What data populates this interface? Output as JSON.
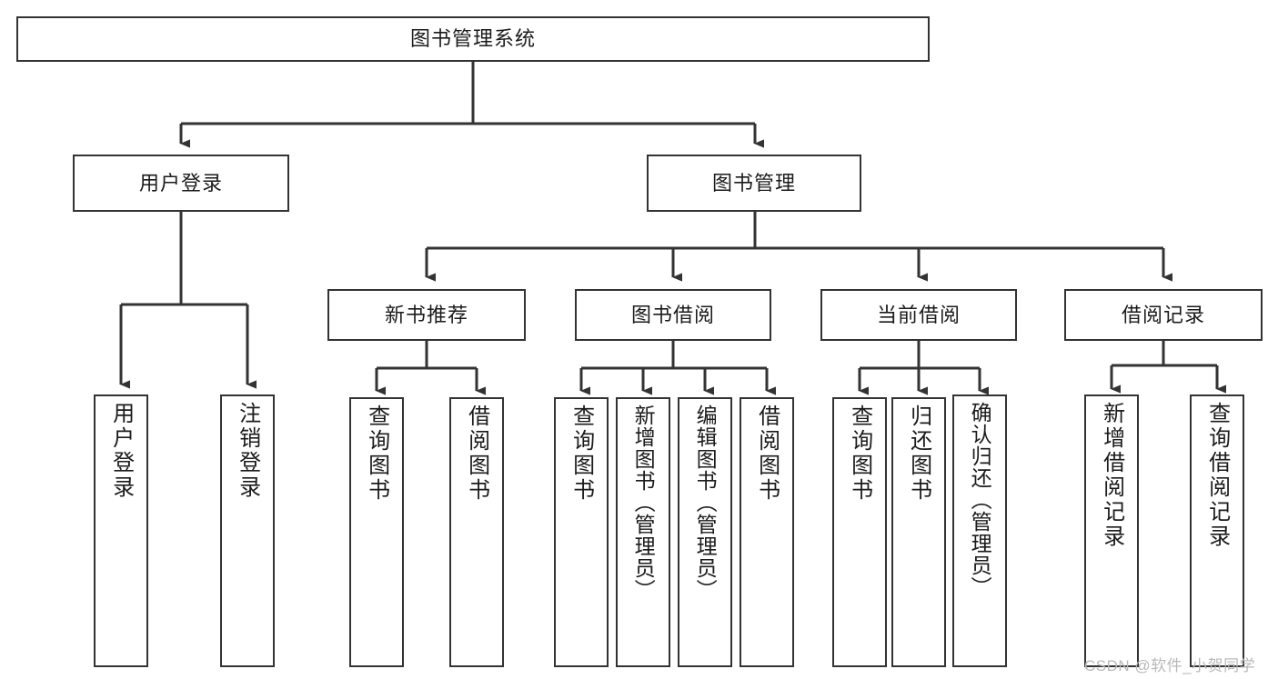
{
  "diagram": {
    "type": "tree",
    "title": "图书管理系统",
    "root": {
      "label": "图书管理系统"
    },
    "level2": [
      {
        "label": "用户登录"
      },
      {
        "label": "图书管理"
      }
    ],
    "level3": [
      {
        "label": "新书推荐"
      },
      {
        "label": "图书借阅"
      },
      {
        "label": "当前借阅"
      },
      {
        "label": "借阅记录"
      }
    ],
    "leaves": {
      "user_login": [
        {
          "label": "用户登录"
        },
        {
          "label": "注销登录"
        }
      ],
      "new_book_recommend": [
        {
          "label": "查询图书"
        },
        {
          "label": "借阅图书"
        }
      ],
      "book_borrow": [
        {
          "label": "查询图书"
        },
        {
          "label": "新增图书（管理员）"
        },
        {
          "label": "编辑图书（管理员）"
        },
        {
          "label": "借阅图书"
        }
      ],
      "current_borrow": [
        {
          "label": "查询图书"
        },
        {
          "label": "归还图书"
        },
        {
          "label": "确认归还（管理员）"
        }
      ],
      "borrow_record": [
        {
          "label": "新增借阅记录"
        },
        {
          "label": "查询借阅记录"
        }
      ]
    },
    "watermark": "CSDN @软件_小贺同学",
    "colors": {
      "stroke": "#333333",
      "text": "#1b1b1b",
      "background": "#ffffff",
      "watermark": "#b9b9b9"
    }
  }
}
